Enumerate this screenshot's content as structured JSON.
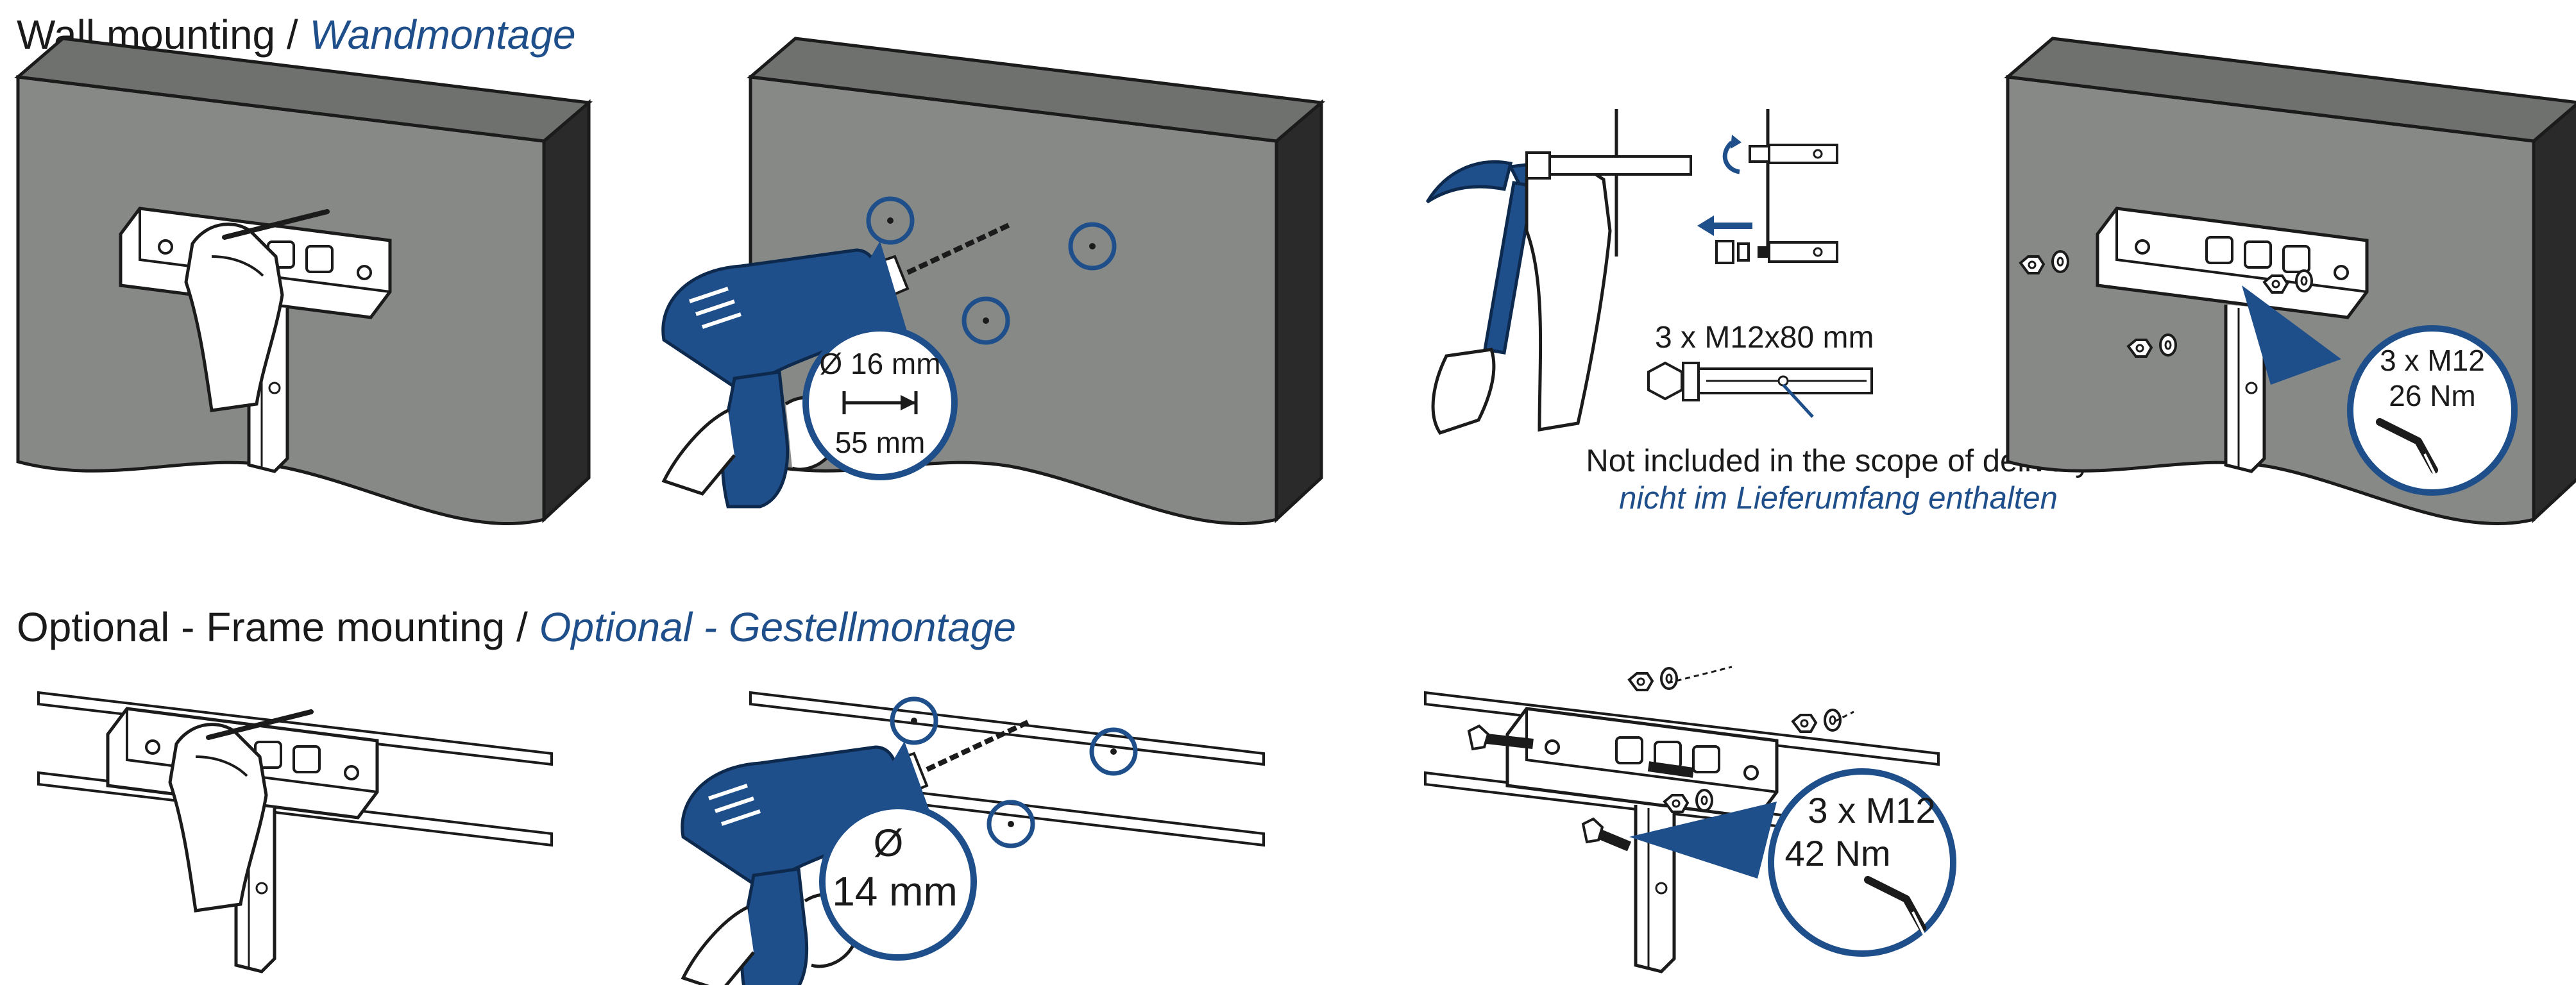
{
  "colors": {
    "accent_blue": "#1f4f8a",
    "wall_gray": "#878987",
    "wall_dark": "#1b1b1b",
    "text": "#1a1a1a"
  },
  "headings": {
    "wall": {
      "en": "Wall mounting / ",
      "de": "Wandmontage"
    },
    "frame": {
      "en": "Optional - Frame mounting / ",
      "de": "Optional - Gestellmontage"
    }
  },
  "wall": {
    "drill": {
      "diameter": "Ø 16 mm",
      "depth": "55 mm"
    },
    "anchor": {
      "size": "3 x M12x80 mm"
    },
    "note": {
      "en": "Not included in the scope of delivery",
      "de": "nicht im Lieferumfang enthalten"
    },
    "bolts": {
      "size": "3 x M12",
      "torque": "26 Nm"
    }
  },
  "frame": {
    "drill": {
      "symbol": "Ø",
      "diameter": "14 mm"
    },
    "bolts": {
      "size": "3 x M12",
      "torque": "42 Nm"
    }
  },
  "icons": [
    "bracket-icon",
    "hand-pencil-icon",
    "drill-icon",
    "hammer-icon",
    "anchor-bolt-icon",
    "allen-key-icon",
    "nut-washer-icon"
  ]
}
